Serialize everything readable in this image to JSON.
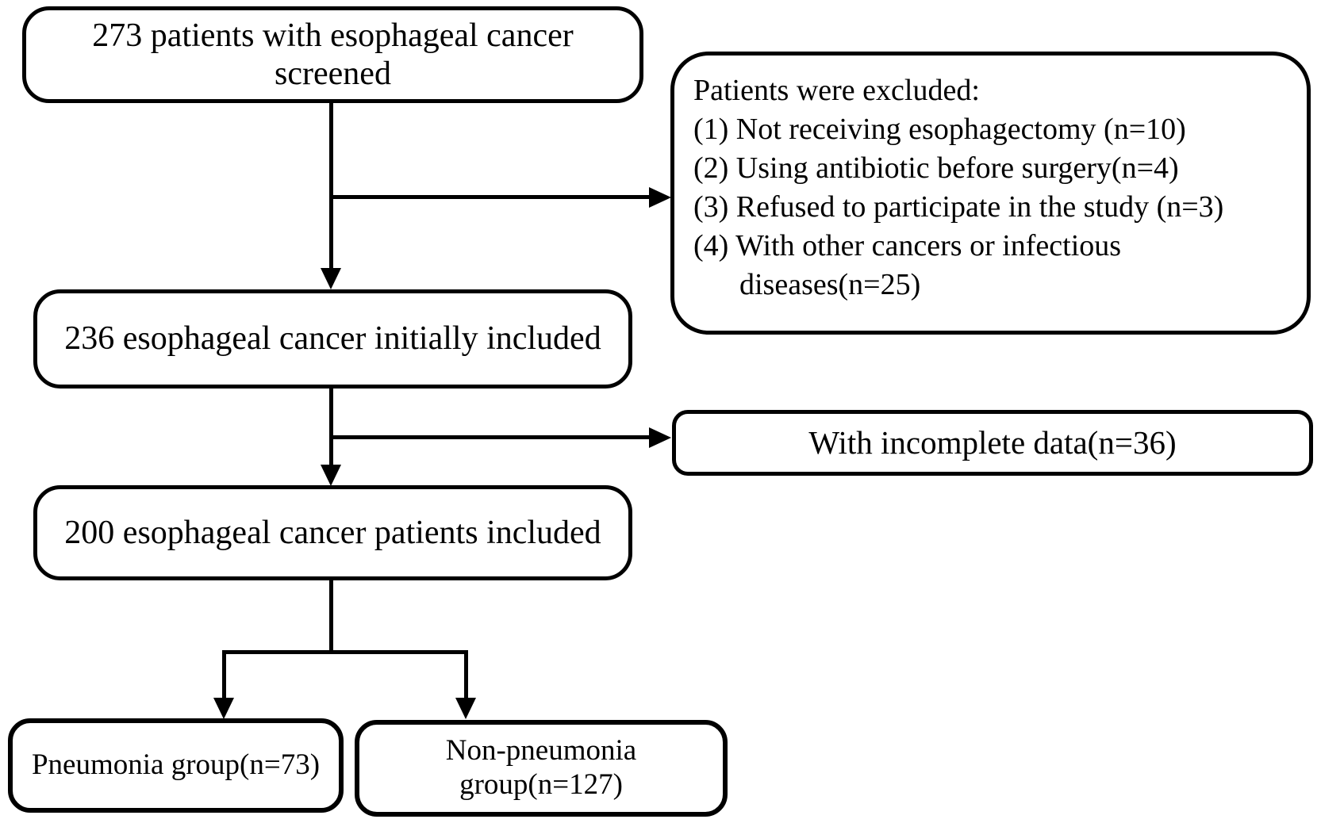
{
  "figure": {
    "type": "patient-flow-diagram",
    "colors": {
      "line": "#000000",
      "background": "#ffffff",
      "text": "#000000"
    },
    "boxes": {
      "screened": "273 patients with esophageal cancer screened",
      "excluded": {
        "title": "Patients were excluded:",
        "items": [
          "(1) Not receiving esophagectomy (n=10)",
          "(2) Using antibiotic before surgery(n=4)",
          "(3) Refused to participate in the study (n=3)",
          "(4) With other cancers or infectious diseases(n=25)"
        ]
      },
      "initially_included": "236 esophageal cancer initially included",
      "incomplete_data": "With incomplete data(n=36)",
      "included": "200 esophageal cancer patients included",
      "pneumonia_group": "Pneumonia group(n=73)",
      "non_pneumonia_group": "Non-pneumonia group(n=127)"
    }
  }
}
